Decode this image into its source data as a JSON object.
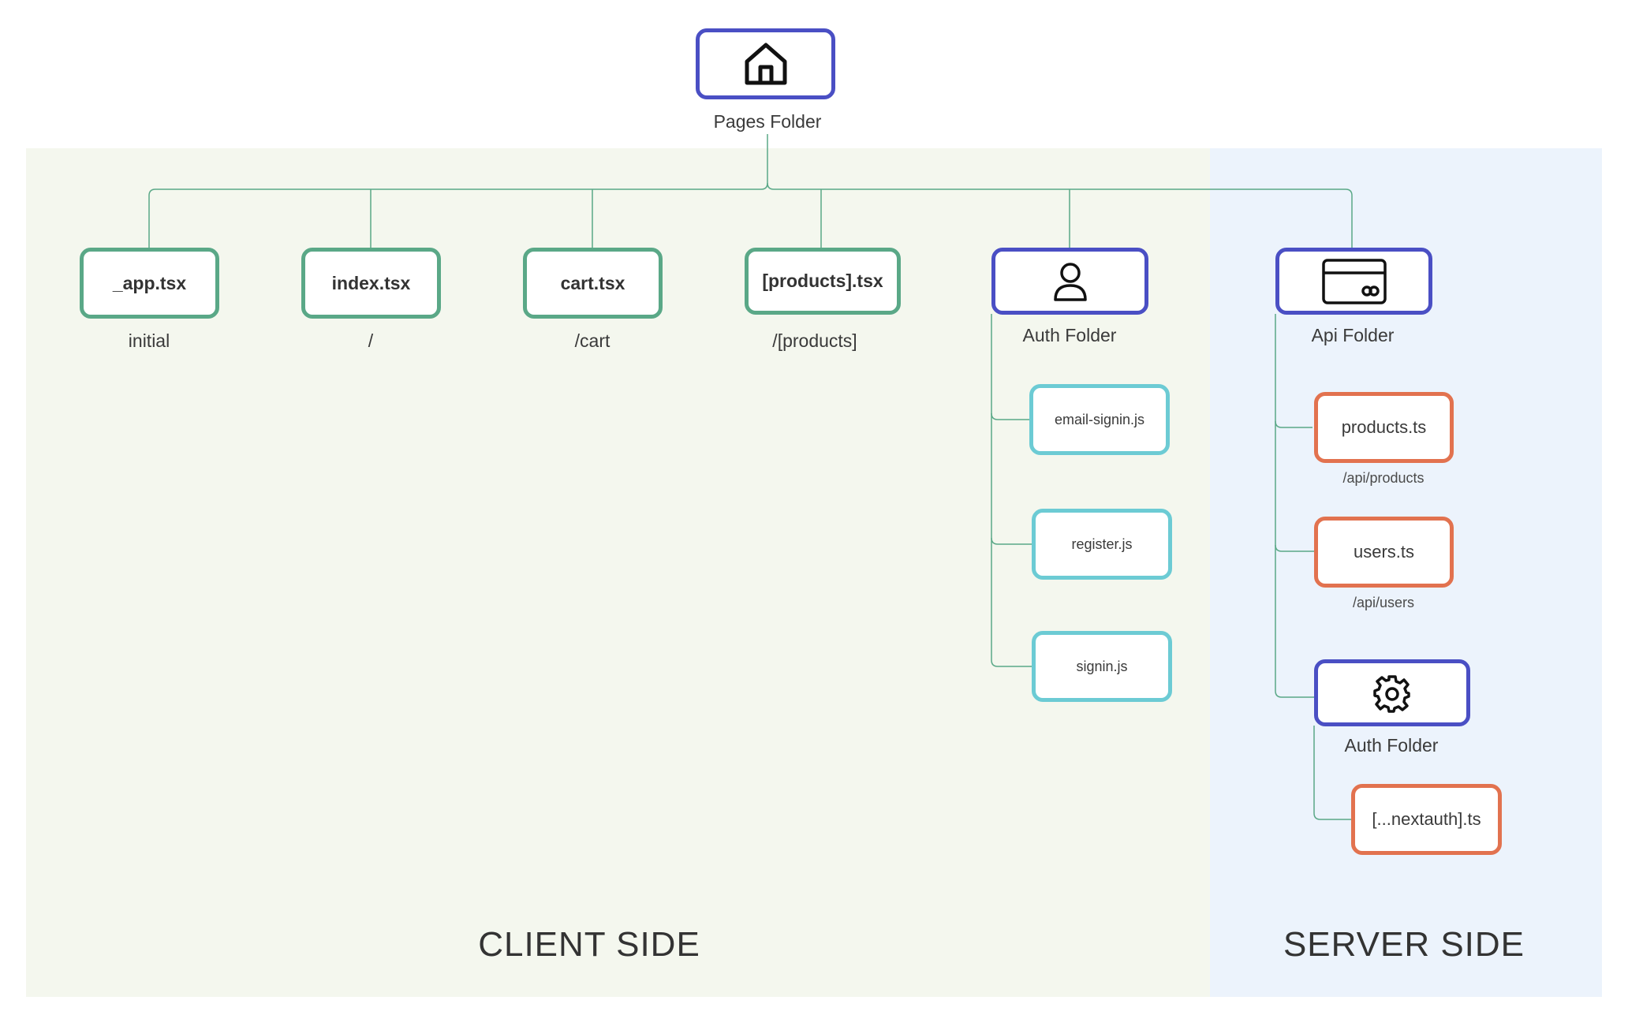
{
  "diagram": {
    "root": {
      "label": "Pages Folder",
      "icon": "home-icon"
    },
    "client_side": {
      "title": "CLIENT SIDE",
      "pages": [
        {
          "file": "_app.tsx",
          "route": "initial"
        },
        {
          "file": "index.tsx",
          "route": "/"
        },
        {
          "file": "cart.tsx",
          "route": "/cart"
        },
        {
          "file": "[products].tsx",
          "route": "/[products]"
        }
      ],
      "auth_folder": {
        "label": "Auth Folder",
        "icon": "user-icon",
        "files": [
          "email-signin.js",
          "register.js",
          "signin.js"
        ]
      }
    },
    "server_side": {
      "title": "SERVER SIDE",
      "api_folder": {
        "label": "Api Folder",
        "icon": "credit-card-icon",
        "files": [
          {
            "file": "products.ts",
            "route": "/api/products"
          },
          {
            "file": "users.ts",
            "route": "/api/users"
          }
        ],
        "auth_folder": {
          "label": "Auth Folder",
          "icon": "gear-icon",
          "files": [
            "[...nextauth].ts"
          ]
        }
      }
    },
    "colors": {
      "page_border": "#5aa887",
      "folder_border": "#4a4fc4",
      "client_file_border": "#6ccbd4",
      "api_file_border": "#e2724f",
      "connector": "#5aa887",
      "client_bg": "#f4f7ee",
      "server_bg": "#ecf3fc"
    }
  }
}
